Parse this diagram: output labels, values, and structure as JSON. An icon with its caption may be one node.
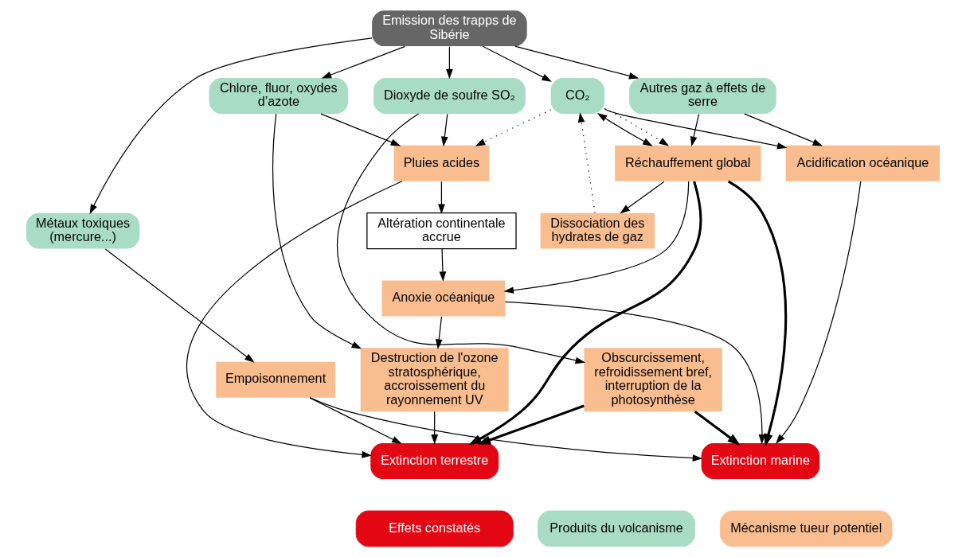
{
  "diagram": {
    "nodes": [
      {
        "text": [
          "Emission des trapps de Sibérie"
        ]
      },
      {
        "text": [
          "Dioxyde de soufre SO₂"
        ]
      },
      {
        "text": [
          "Chlore, fluor, oxydes d’azote"
        ]
      },
      {
        "text": [
          "Métaux toxiques (mercure...)"
        ]
      },
      {
        "text": [
          "CO₂"
        ]
      },
      {
        "text": [
          "Autres gaz à effets de serre"
        ]
      },
      {
        "text": [
          "Obscurcissement, refroidissement bref, interruption de la photosynthèse"
        ]
      },
      {
        "text": [
          "Pluies acides"
        ]
      },
      {
        "text": [
          "Altération continentale accrue"
        ]
      },
      {
        "text": [
          "Réchauffement global"
        ]
      },
      {
        "text": [
          "Empoisonnement"
        ]
      },
      {
        "text": [
          "Dissociation des hydrates de gaz"
        ]
      },
      {
        "text": [
          "Destruction de l'ozone stratosphérique, accroissement du rayonnement UV"
        ]
      },
      {
        "text": [
          "Anoxie océanique"
        ]
      },
      {
        "text": [
          "Acidification océanique"
        ]
      },
      {
        "text": [
          "Extinction terrestre"
        ]
      },
      {
        "text": [
          "Extinction marine"
        ]
      }
    ],
    "edges": [
      {
        "from": 0,
        "to": 1,
        "arrow": "to"
      },
      {
        "from": 0,
        "to": 2,
        "arrow": "to"
      },
      {
        "from": 0,
        "to": 3,
        "arrow": "to"
      },
      {
        "from": 0,
        "to": 4,
        "arrow": "to"
      },
      {
        "from": 0,
        "to": 5,
        "arrow": "to"
      },
      {
        "from": 1,
        "to": 6,
        "arrow": "to"
      },
      {
        "from": 1,
        "to": 7,
        "arrow": "to"
      },
      {
        "from": 2,
        "to": 7,
        "arrow": "to"
      },
      {
        "from": 2,
        "to": 12,
        "arrow": "to"
      },
      {
        "from": 3,
        "to": 10,
        "arrow": "to"
      },
      {
        "from": 4,
        "to": 7,
        "arrow": "to",
        "style": "dashed"
      },
      {
        "from": 4,
        "to": 9,
        "arrow": "both"
      },
      {
        "from": 4,
        "to": 9,
        "arrow": "to",
        "style": "dashed"
      },
      {
        "from": 11,
        "to": 4,
        "arrow": "to",
        "style": "dashed"
      },
      {
        "from": 4,
        "to": 14,
        "arrow": "to"
      },
      {
        "from": 5,
        "to": 9,
        "arrow": "to"
      },
      {
        "from": 5,
        "to": 14,
        "arrow": "to"
      },
      {
        "from": 7,
        "to": 8,
        "arrow": "to"
      },
      {
        "from": 7,
        "to": 15,
        "arrow": "to"
      },
      {
        "from": 8,
        "to": 13,
        "arrow": "to"
      },
      {
        "from": 9,
        "to": 11,
        "arrow": "to"
      },
      {
        "from": 9,
        "to": 13,
        "arrow": "to"
      },
      {
        "from": 9,
        "to": 15,
        "arrow": "to",
        "style": "thick"
      },
      {
        "from": 9,
        "to": 16,
        "arrow": "to",
        "style": "thick"
      },
      {
        "from": 10,
        "to": 15,
        "arrow": "to"
      },
      {
        "from": 10,
        "to": 16,
        "arrow": "to"
      },
      {
        "from": 12,
        "to": 15,
        "arrow": "to"
      },
      {
        "from": 13,
        "to": 12,
        "arrow": "to"
      },
      {
        "from": 13,
        "to": 16,
        "arrow": "to"
      },
      {
        "from": 14,
        "to": 16,
        "arrow": "to"
      },
      {
        "from": 6,
        "to": 15,
        "arrow": "to",
        "style": "thick"
      },
      {
        "from": 6,
        "to": 16,
        "arrow": "to",
        "style": "thick"
      }
    ],
    "legend": [
      {
        "text": "Effets constatés",
        "color": "#e30613"
      },
      {
        "text": "Produits du volcanisme",
        "color": "#a8dcc4"
      },
      {
        "text": "Mécanisme tueur potentiel",
        "color": "#f9bd8f"
      }
    ]
  }
}
